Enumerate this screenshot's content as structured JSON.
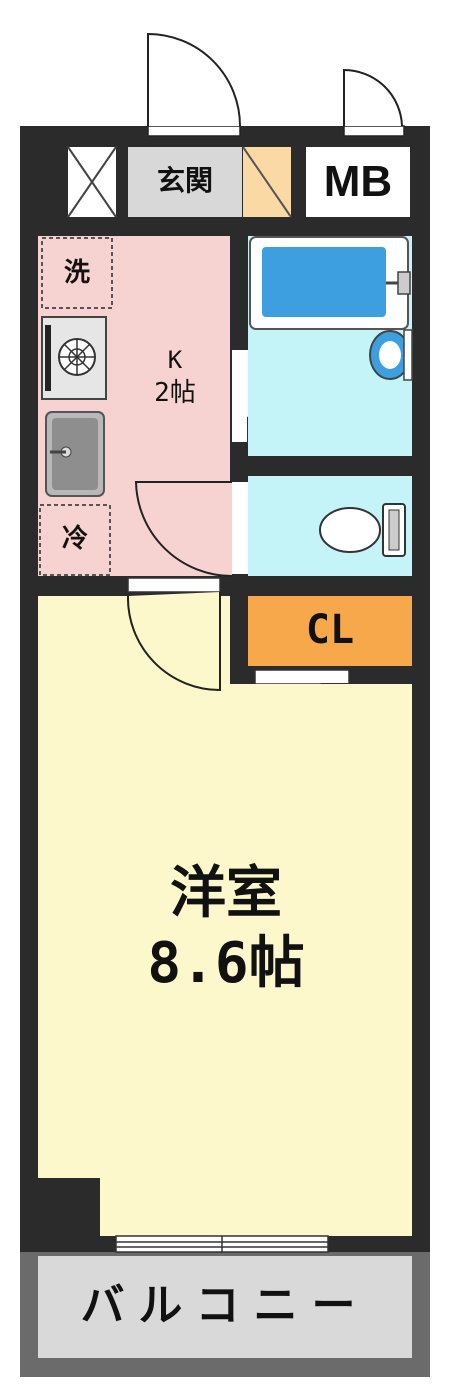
{
  "rooms": {
    "genkan": {
      "label": "玄関"
    },
    "mb": {
      "label": "MB"
    },
    "kitchen": {
      "name": "K",
      "size": "2帖"
    },
    "closet": {
      "label": "CL"
    },
    "western_room": {
      "name": "洋室",
      "size": "8.6帖"
    },
    "balcony": {
      "label": "バルコニー"
    }
  },
  "fixtures": {
    "washer": {
      "label": "洗"
    },
    "fridge": {
      "label": "冷"
    }
  },
  "colors": {
    "wall": "#2b2b2b",
    "kitchen": "#f6d3d0",
    "western_room": "#fdf8cc",
    "bath": "#c4f3f8",
    "closet": "#f7a84a",
    "genkan": "#d8d8d8",
    "shoe_box": "#fbd9a4",
    "balcony": "#d9d9d9",
    "bathtub": "#3d9fe0"
  }
}
